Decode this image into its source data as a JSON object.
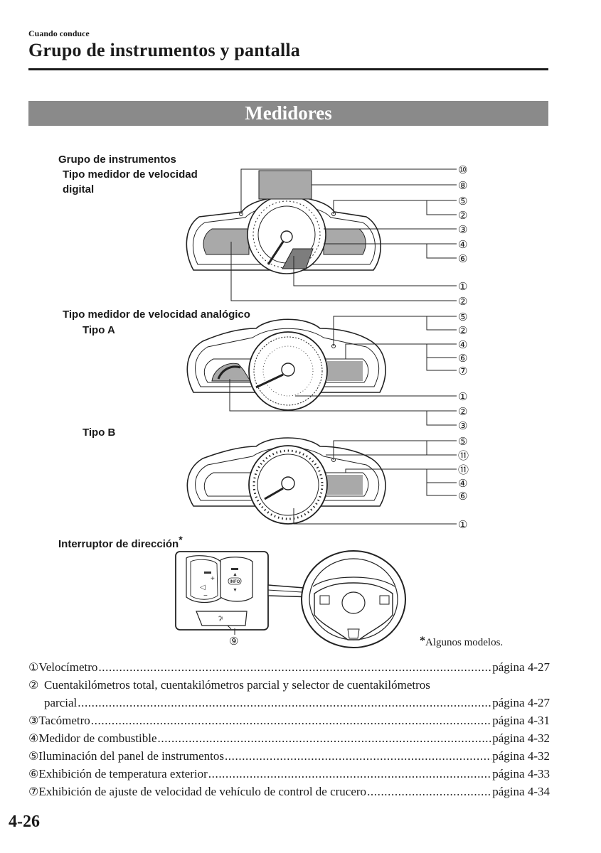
{
  "header": {
    "section_label": "Cuando conduce",
    "title": "Grupo de instrumentos y pantalla"
  },
  "banner": "Medidores",
  "labels": {
    "cluster_group": "Grupo de instrumentos",
    "digital_type": "Tipo medidor de velocidad",
    "digital_type_2": "digital",
    "analog_type": "Tipo medidor de velocidad analógico",
    "type_a": "Tipo A",
    "type_b": "Tipo B",
    "steering_switch": "Interruptor de dirección",
    "steering_switch_mark": "*"
  },
  "callouts": {
    "digital": [
      "⑩",
      "⑧",
      "⑤",
      "②",
      "③",
      "④",
      "⑥",
      "①",
      "②"
    ],
    "type_a": [
      "⑤",
      "②",
      "④",
      "⑥",
      "⑦",
      "①",
      "②",
      "③"
    ],
    "type_b": [
      "⑤",
      "⑪",
      "⑪",
      "④",
      "⑥",
      "①"
    ],
    "steering": "⑨"
  },
  "switch_icons": {
    "volume_plus": "+",
    "volume_minus": "−",
    "speaker": "speaker-icon",
    "up": "▲",
    "down": "▼",
    "info": "INFO",
    "voice": "voice-icon"
  },
  "footnote": {
    "mark": "*",
    "text": "Algunos modelos."
  },
  "legend": [
    {
      "num": "①",
      "text": "Velocímetro",
      "page": "página 4-27"
    },
    {
      "num": "②",
      "text": "Cuentakilómetros total, cuentakilómetros parcial y selector de cuentakilómetros",
      "page": ""
    },
    {
      "num": "",
      "text": "parcial",
      "page": "página 4-27"
    },
    {
      "num": "③",
      "text": "Tacómetro",
      "page": "página 4-31"
    },
    {
      "num": "④",
      "text": "Medidor de combustible",
      "page": "página 4-32"
    },
    {
      "num": "⑤",
      "text": "Iluminación del panel de instrumentos",
      "page": "página 4-32"
    },
    {
      "num": "⑥",
      "text": "Exhibición de temperatura exterior",
      "page": "página 4-33"
    },
    {
      "num": "⑦",
      "text": "Exhibición de ajuste de velocidad de vehículo de control de crucero",
      "page": "página 4-34"
    }
  ],
  "page_number": "4-26"
}
